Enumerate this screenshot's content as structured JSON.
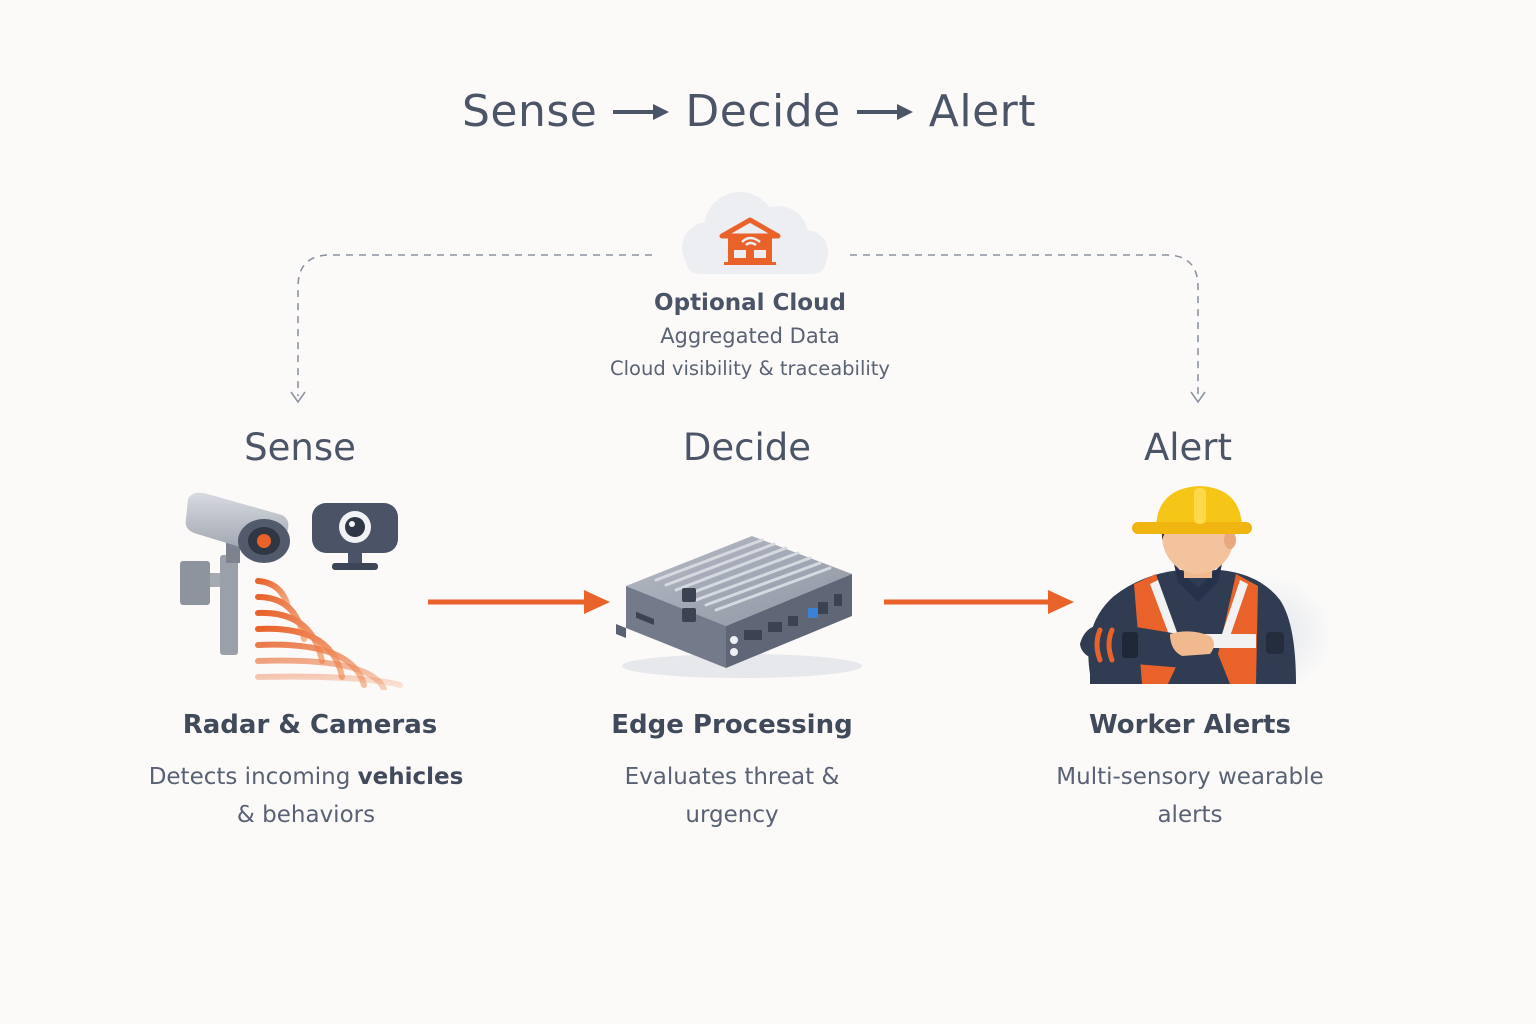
{
  "header": {
    "steps": [
      "Sense",
      "Decide",
      "Alert"
    ]
  },
  "cloud": {
    "title": "Optional Cloud",
    "line1": "Aggregated Data",
    "line2": "Cloud visibility & traceability"
  },
  "stages": [
    {
      "title": "Sense",
      "name": "Radar & Cameras",
      "desc_pre": "Detects incoming ",
      "desc_bold": "vehicles",
      "desc_line2": "& behaviors"
    },
    {
      "title": "Decide",
      "name": "Edge Processing",
      "desc_line1": "Evaluates threat &",
      "desc_line2": "urgency"
    },
    {
      "title": "Alert",
      "name": "Worker Alerts",
      "desc_line1": "Multi-sensory wearable",
      "desc_line2": "alerts"
    }
  ],
  "colors": {
    "accent": "#e8622a",
    "text": "#4b5567",
    "dashed": "#8c94a3",
    "background": "#fbfaf9"
  },
  "icons": [
    "cloud-icon",
    "house-signal-icon",
    "security-camera-icon",
    "webcam-icon",
    "radar-waves-icon",
    "edge-device-icon",
    "worker-icon",
    "flow-arrow-icon"
  ]
}
